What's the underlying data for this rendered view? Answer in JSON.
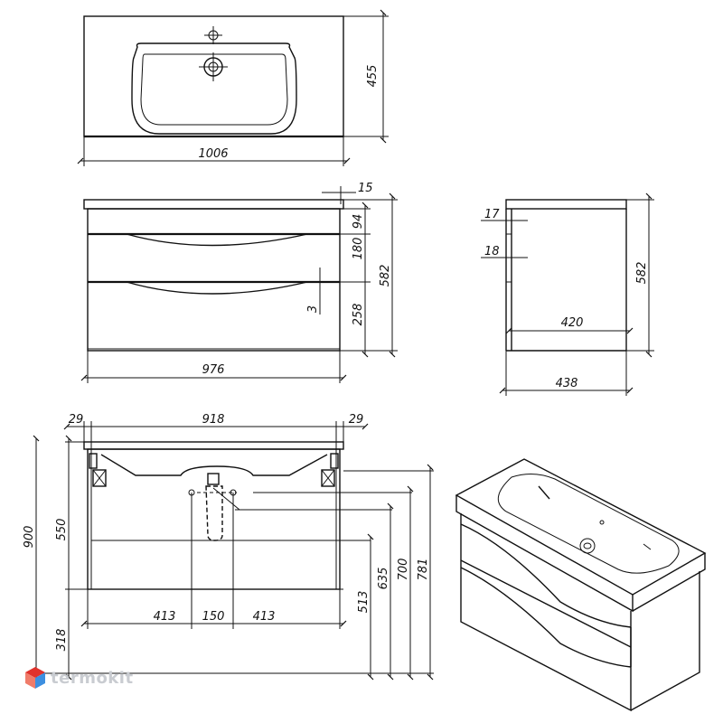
{
  "dimensions": {
    "top_width": "1006",
    "top_depth": "455",
    "countertop_thickness": "15",
    "top_gap": "94",
    "drawer_upper": "180",
    "drawer_lower": "258",
    "gap": "3",
    "front_height": "582",
    "body_width": "976",
    "side_17": "17",
    "side_18": "18",
    "side_inner_depth": "420",
    "side_outer_depth": "438",
    "side_height": "582",
    "left_margin": "29",
    "inner_width": "918",
    "right_margin": "29",
    "total_height": "900",
    "mount_550": "550",
    "floor_318": "318",
    "seg_left": "413",
    "seg_mid": "150",
    "seg_right": "413",
    "h_513": "513",
    "h_635": "635",
    "h_700": "700",
    "h_781": "781"
  },
  "brand": {
    "name": "termokit"
  },
  "colors": {
    "line": "#111111",
    "logo_text": "#c9ccd1",
    "logo_red": "#e0322c",
    "logo_blue": "#3d8fe0"
  }
}
